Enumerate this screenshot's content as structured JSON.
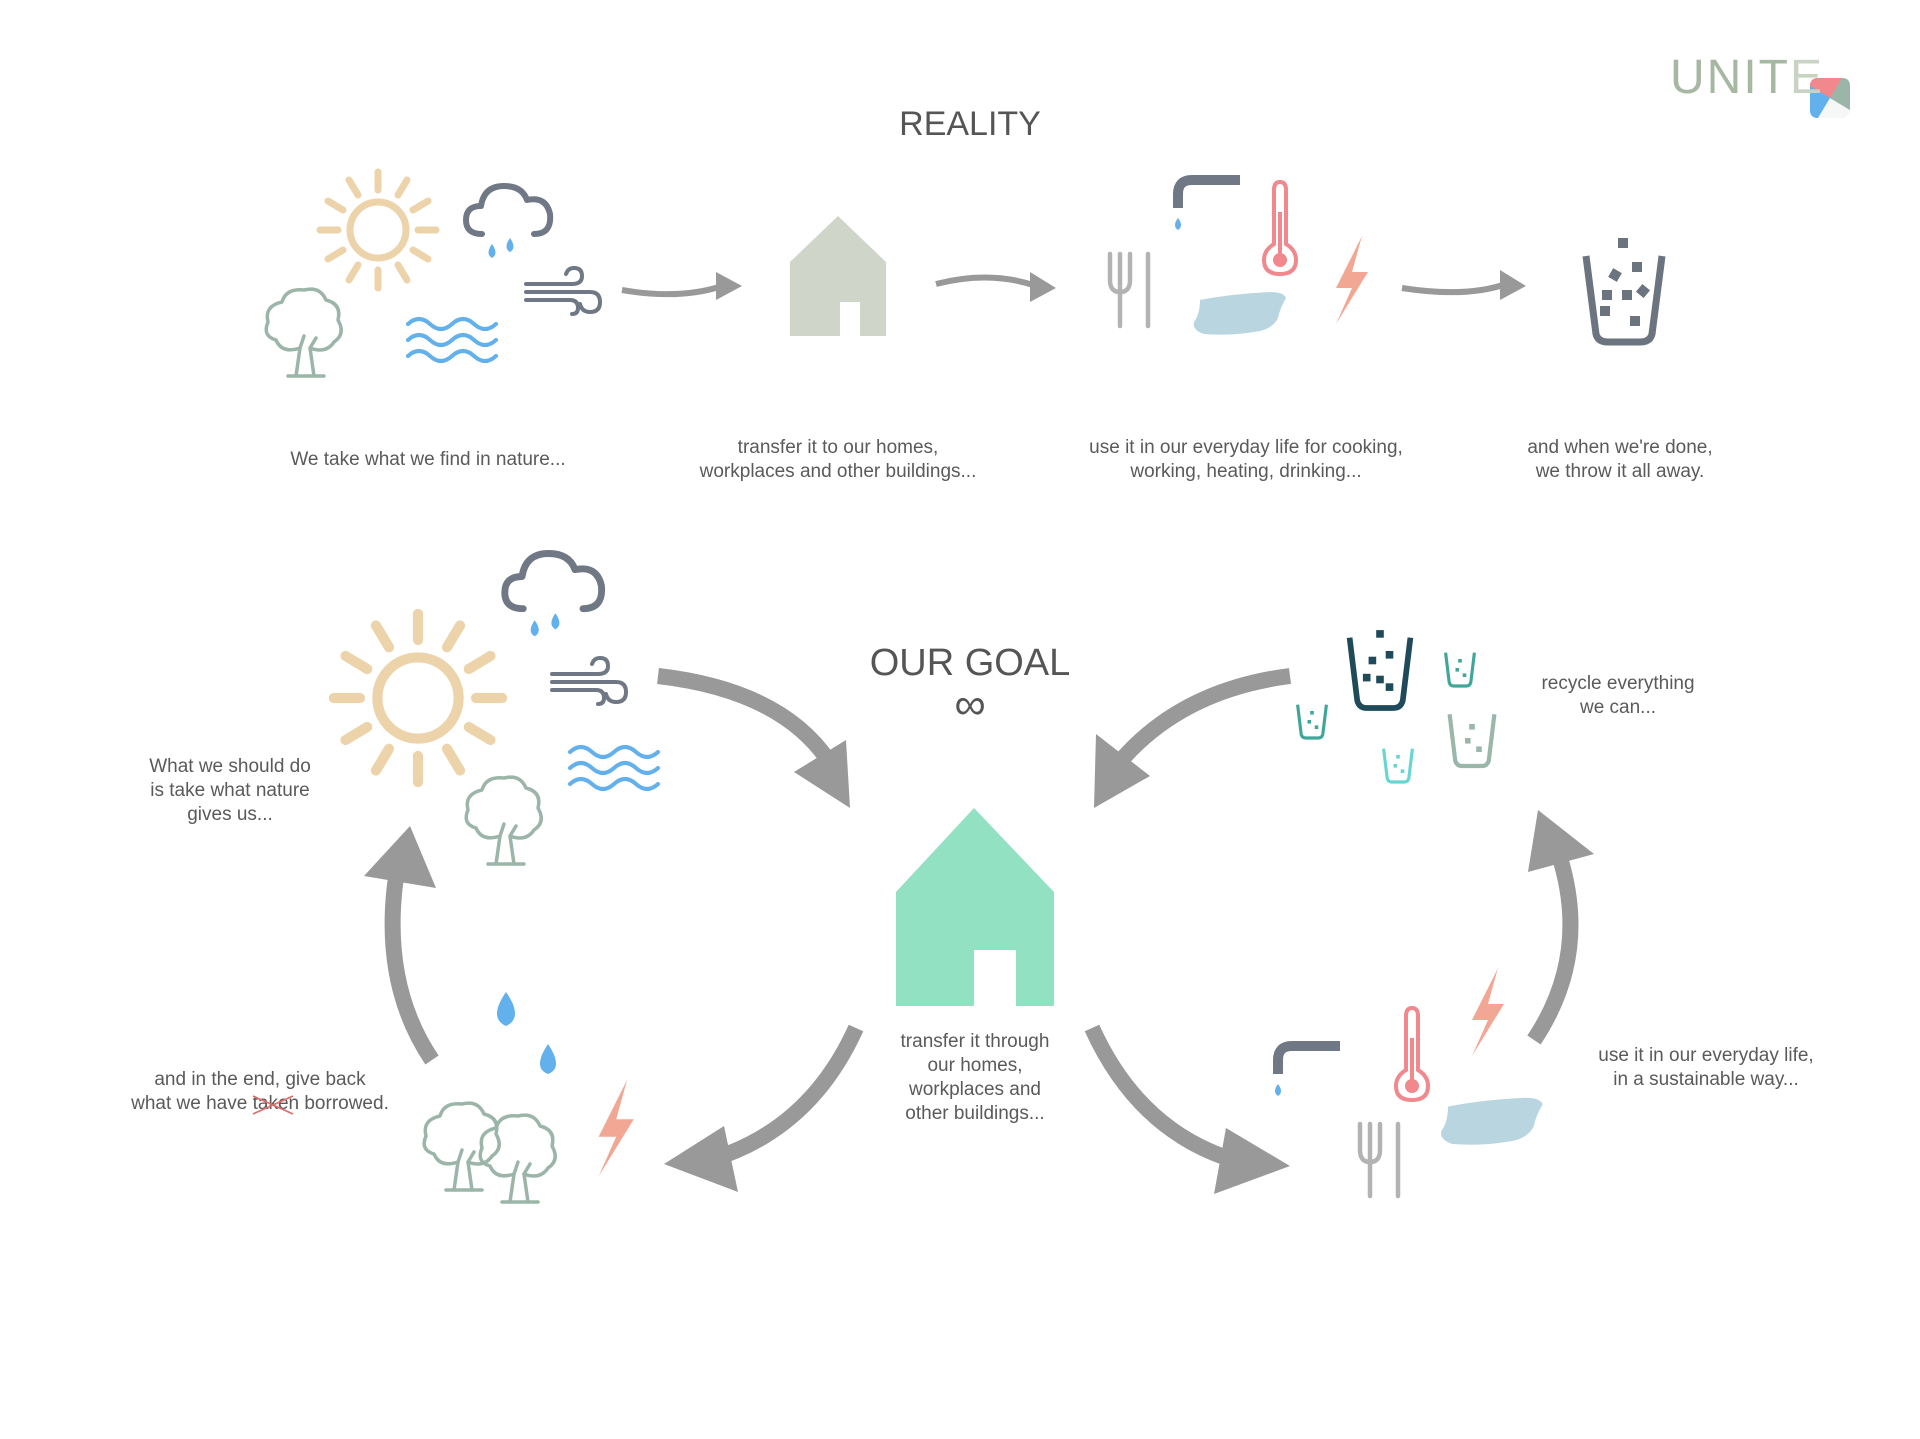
{
  "logo": {
    "text_main": "UNIT",
    "text_end": "E"
  },
  "reality": {
    "title": "REALITY",
    "captions": {
      "nature": "We take what we find in nature...",
      "transfer_1": "transfer it to our homes,",
      "transfer_2": "workplaces and other buildings...",
      "use_1": "use it in our everyday life for cooking,",
      "use_2": "working, heating, drinking...",
      "done_1": "and when we're done,",
      "done_2": "we throw it all away."
    }
  },
  "goal": {
    "title": "OUR GOAL",
    "infinity": "∞",
    "captions": {
      "take_1": "What we should do",
      "take_2": "is take what nature",
      "take_3": "gives us...",
      "transfer_1": "transfer it through",
      "transfer_2": "our homes,",
      "transfer_3": "workplaces and",
      "transfer_4": "other buildings...",
      "recycle_1": "recycle everything",
      "recycle_2": "we can...",
      "use_1": "use it in our everyday life,",
      "use_2": "in a sustainable way...",
      "giveback_1": "and in the end, give back",
      "giveback_2a": "what we have ",
      "giveback_struck": "taken",
      "giveback_2b": " borrowed."
    }
  },
  "colors": {
    "sun": "#ecd3a9",
    "cloud": "#6f7884",
    "water": "#62b0ec",
    "tree": "#9cb5a9",
    "house_reality": "#cfd6c9",
    "house_goal": "#92e1c3",
    "arrow": "#999999",
    "thermometer": "#f0888e",
    "bolt": "#f1a794",
    "cloth": "#b9d6e0",
    "fork": "#b3b3b3",
    "bin": "#6c7480",
    "bin_dark": "#1f4a59",
    "bin_teal": "#3fa69a",
    "bin_cyan": "#66d6d2",
    "bin_sage": "#9bb7aa",
    "logo_red": "#f0888e",
    "logo_blue": "#62b0ec",
    "logo_green": "#9cb5a9",
    "strike": "#e06a6a"
  }
}
